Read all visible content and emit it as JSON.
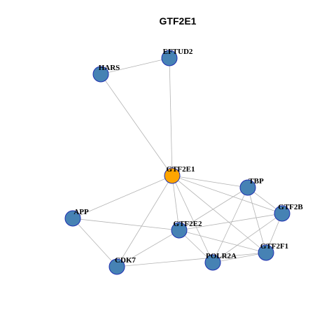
{
  "title": "GTF2E1",
  "colors": {
    "node_fill": "#4682b4",
    "node_stroke": "#1f2fb0",
    "focus_fill": "#ffa500",
    "focus_stroke": "#1f2fb0",
    "edge": "#b3b3b3"
  },
  "nodes": [
    {
      "id": "GTF2E1",
      "label": "GTF2E1",
      "focus": true
    },
    {
      "id": "EFTUD2",
      "label": "EFTUD2",
      "focus": false
    },
    {
      "id": "HARS",
      "label": "HARS",
      "focus": false
    },
    {
      "id": "TBP",
      "label": "TBP",
      "focus": false
    },
    {
      "id": "GTF2B",
      "label": "GTF2B",
      "focus": false
    },
    {
      "id": "APP",
      "label": "APP",
      "focus": false
    },
    {
      "id": "GTF2E2",
      "label": "GTF2E2",
      "focus": false
    },
    {
      "id": "GTF2F1",
      "label": "GTF2F1",
      "focus": false
    },
    {
      "id": "POLR2A",
      "label": "POLR2A",
      "focus": false
    },
    {
      "id": "CDK7",
      "label": "CDK7",
      "focus": false
    }
  ],
  "edges": [
    [
      "HARS",
      "EFTUD2"
    ],
    [
      "HARS",
      "GTF2E1"
    ],
    [
      "EFTUD2",
      "GTF2E1"
    ],
    [
      "GTF2E1",
      "TBP"
    ],
    [
      "GTF2E1",
      "GTF2B"
    ],
    [
      "GTF2E1",
      "APP"
    ],
    [
      "GTF2E1",
      "GTF2E2"
    ],
    [
      "GTF2E1",
      "GTF2F1"
    ],
    [
      "GTF2E1",
      "POLR2A"
    ],
    [
      "GTF2E1",
      "CDK7"
    ],
    [
      "TBP",
      "GTF2B"
    ],
    [
      "TBP",
      "GTF2E2"
    ],
    [
      "TBP",
      "GTF2F1"
    ],
    [
      "TBP",
      "POLR2A"
    ],
    [
      "GTF2B",
      "GTF2E2"
    ],
    [
      "GTF2B",
      "GTF2F1"
    ],
    [
      "GTF2B",
      "POLR2A"
    ],
    [
      "APP",
      "GTF2E2"
    ],
    [
      "APP",
      "CDK7"
    ],
    [
      "GTF2E2",
      "CDK7"
    ],
    [
      "GTF2E2",
      "POLR2A"
    ],
    [
      "GTF2E2",
      "GTF2F1"
    ],
    [
      "CDK7",
      "GTF2F1"
    ],
    [
      "POLR2A",
      "GTF2F1"
    ]
  ]
}
